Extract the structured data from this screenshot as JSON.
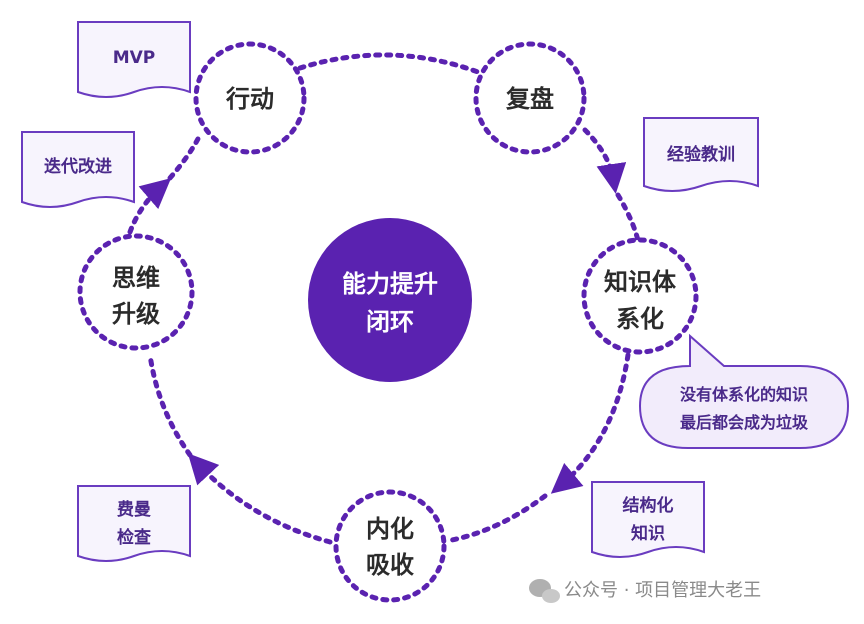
{
  "center": {
    "line1": "能力提升",
    "line2": "闭环",
    "color": "#5a22b0"
  },
  "nodes": {
    "action": {
      "line1": "行动"
    },
    "review": {
      "line1": "复盘"
    },
    "knowledge_system": {
      "line1": "知识体",
      "line2": "系化"
    },
    "internalize": {
      "line1": "内化",
      "line2": "吸收"
    },
    "thinking_upgrade": {
      "line1": "思维",
      "line2": "升级"
    }
  },
  "notes": {
    "mvp": {
      "line1": "MVP"
    },
    "iterate": {
      "line1": "迭代改进"
    },
    "lessons": {
      "line1": "经验教训"
    },
    "structured": {
      "line1": "结构化",
      "line2": "知识"
    },
    "feynman": {
      "line1": "费曼",
      "line2": "检查"
    }
  },
  "bubble": {
    "line1": "没有体系化的知识",
    "line2": "最后都会成为垃圾"
  },
  "footer": {
    "text": "公众号 · 项目管理大老王"
  },
  "colors": {
    "accent": "#5a22b0",
    "note_border": "#6a3cc0",
    "note_fill": "#f7f4fd",
    "bubble_fill": "#f2ecfb"
  }
}
